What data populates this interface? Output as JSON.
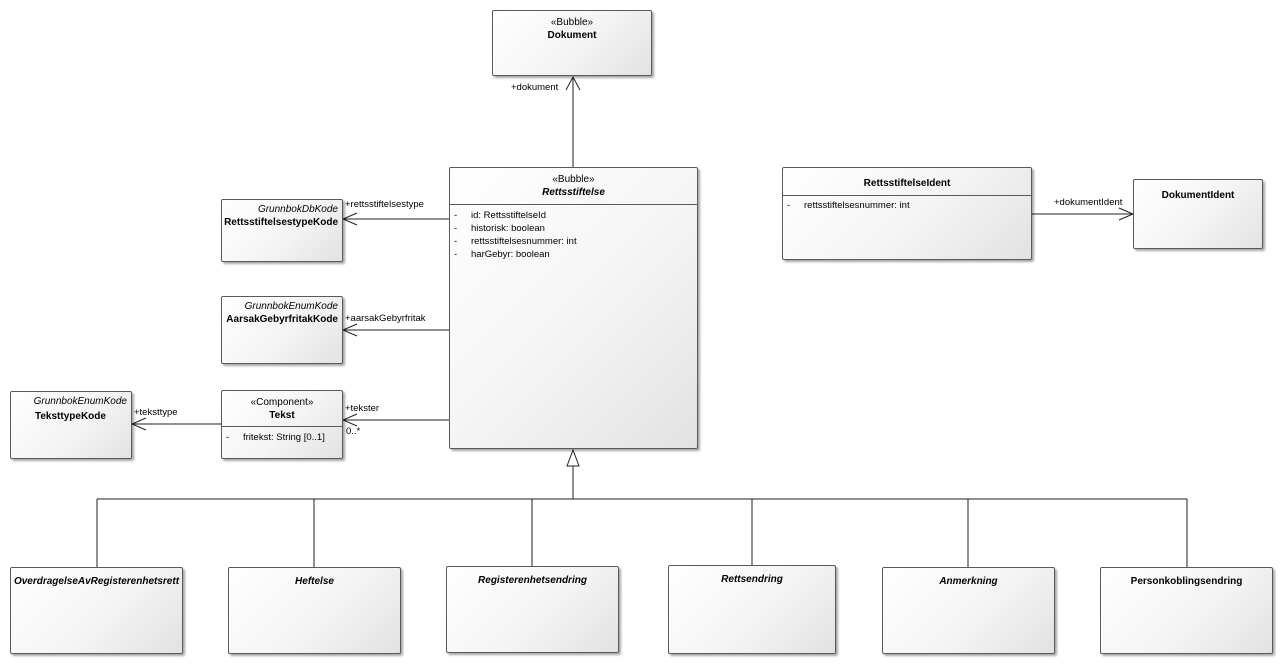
{
  "classes": {
    "dokument": {
      "stereotype": "«Bubble»",
      "name": "Dokument"
    },
    "rettsstiftelse": {
      "stereotype": "«Bubble»",
      "name": "Rettsstiftelse",
      "attributes": [
        {
          "visibility": "-",
          "text": "id: RettsstiftelseId"
        },
        {
          "visibility": "-",
          "text": "historisk: boolean"
        },
        {
          "visibility": "-",
          "text": "rettsstiftelsesnummer: int"
        },
        {
          "visibility": "-",
          "text": "harGebyr: boolean"
        }
      ]
    },
    "rettsstiftelsestypekode": {
      "stereotype": "GrunnbokDbKode",
      "name": "RettsstiftelsestypeKode"
    },
    "aarsakgebyrfritakkode": {
      "stereotype": "GrunnbokEnumKode",
      "name": "AarsakGebyrfritakKode"
    },
    "tekst": {
      "stereotype": "«Component»",
      "name": "Tekst",
      "attributes": [
        {
          "visibility": "-",
          "text": "fritekst: String [0..1]"
        }
      ]
    },
    "teksttypekode": {
      "stereotype": "GrunnbokEnumKode",
      "name": "TeksttypeKode"
    },
    "rettsstiftelseident": {
      "name": "RettsstiftelseIdent",
      "attributes": [
        {
          "visibility": "-",
          "text": "rettsstiftelsesnummer: int"
        }
      ]
    },
    "dokumentident": {
      "name": "DokumentIdent"
    },
    "subclasses": [
      "OverdragelseAvRegisterenhetsrett",
      "Heftelse",
      "Registerenhetsendring",
      "Rettsendring",
      "Anmerkning",
      "Personkoblingsendring"
    ]
  },
  "associations": {
    "dokument_role": "+dokument",
    "rettsstiftelsestype_role": "+rettsstiftelsestype",
    "aarsakgebyrfritak_role": "+aarsakGebyrfritak",
    "tekster_role": "+tekster",
    "tekster_multiplicity": "0..*",
    "teksttype_role": "+teksttype",
    "dokumentident_role": "+dokumentIdent"
  }
}
